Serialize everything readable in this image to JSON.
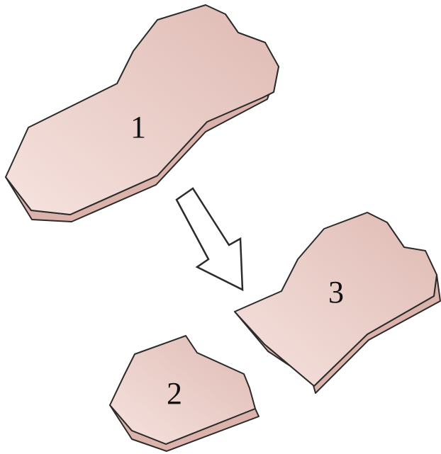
{
  "colors": {
    "piece_top": "#eccfc9",
    "piece_side": "#dcb3ab",
    "outline": "#2b2b2b",
    "arrow_fill": "#ffffff",
    "background": "#ffffff"
  },
  "pieces": [
    {
      "label": "1"
    },
    {
      "label": "2"
    },
    {
      "label": "3"
    }
  ],
  "arrow": {
    "icon": "hollow-arrow-down-right"
  }
}
